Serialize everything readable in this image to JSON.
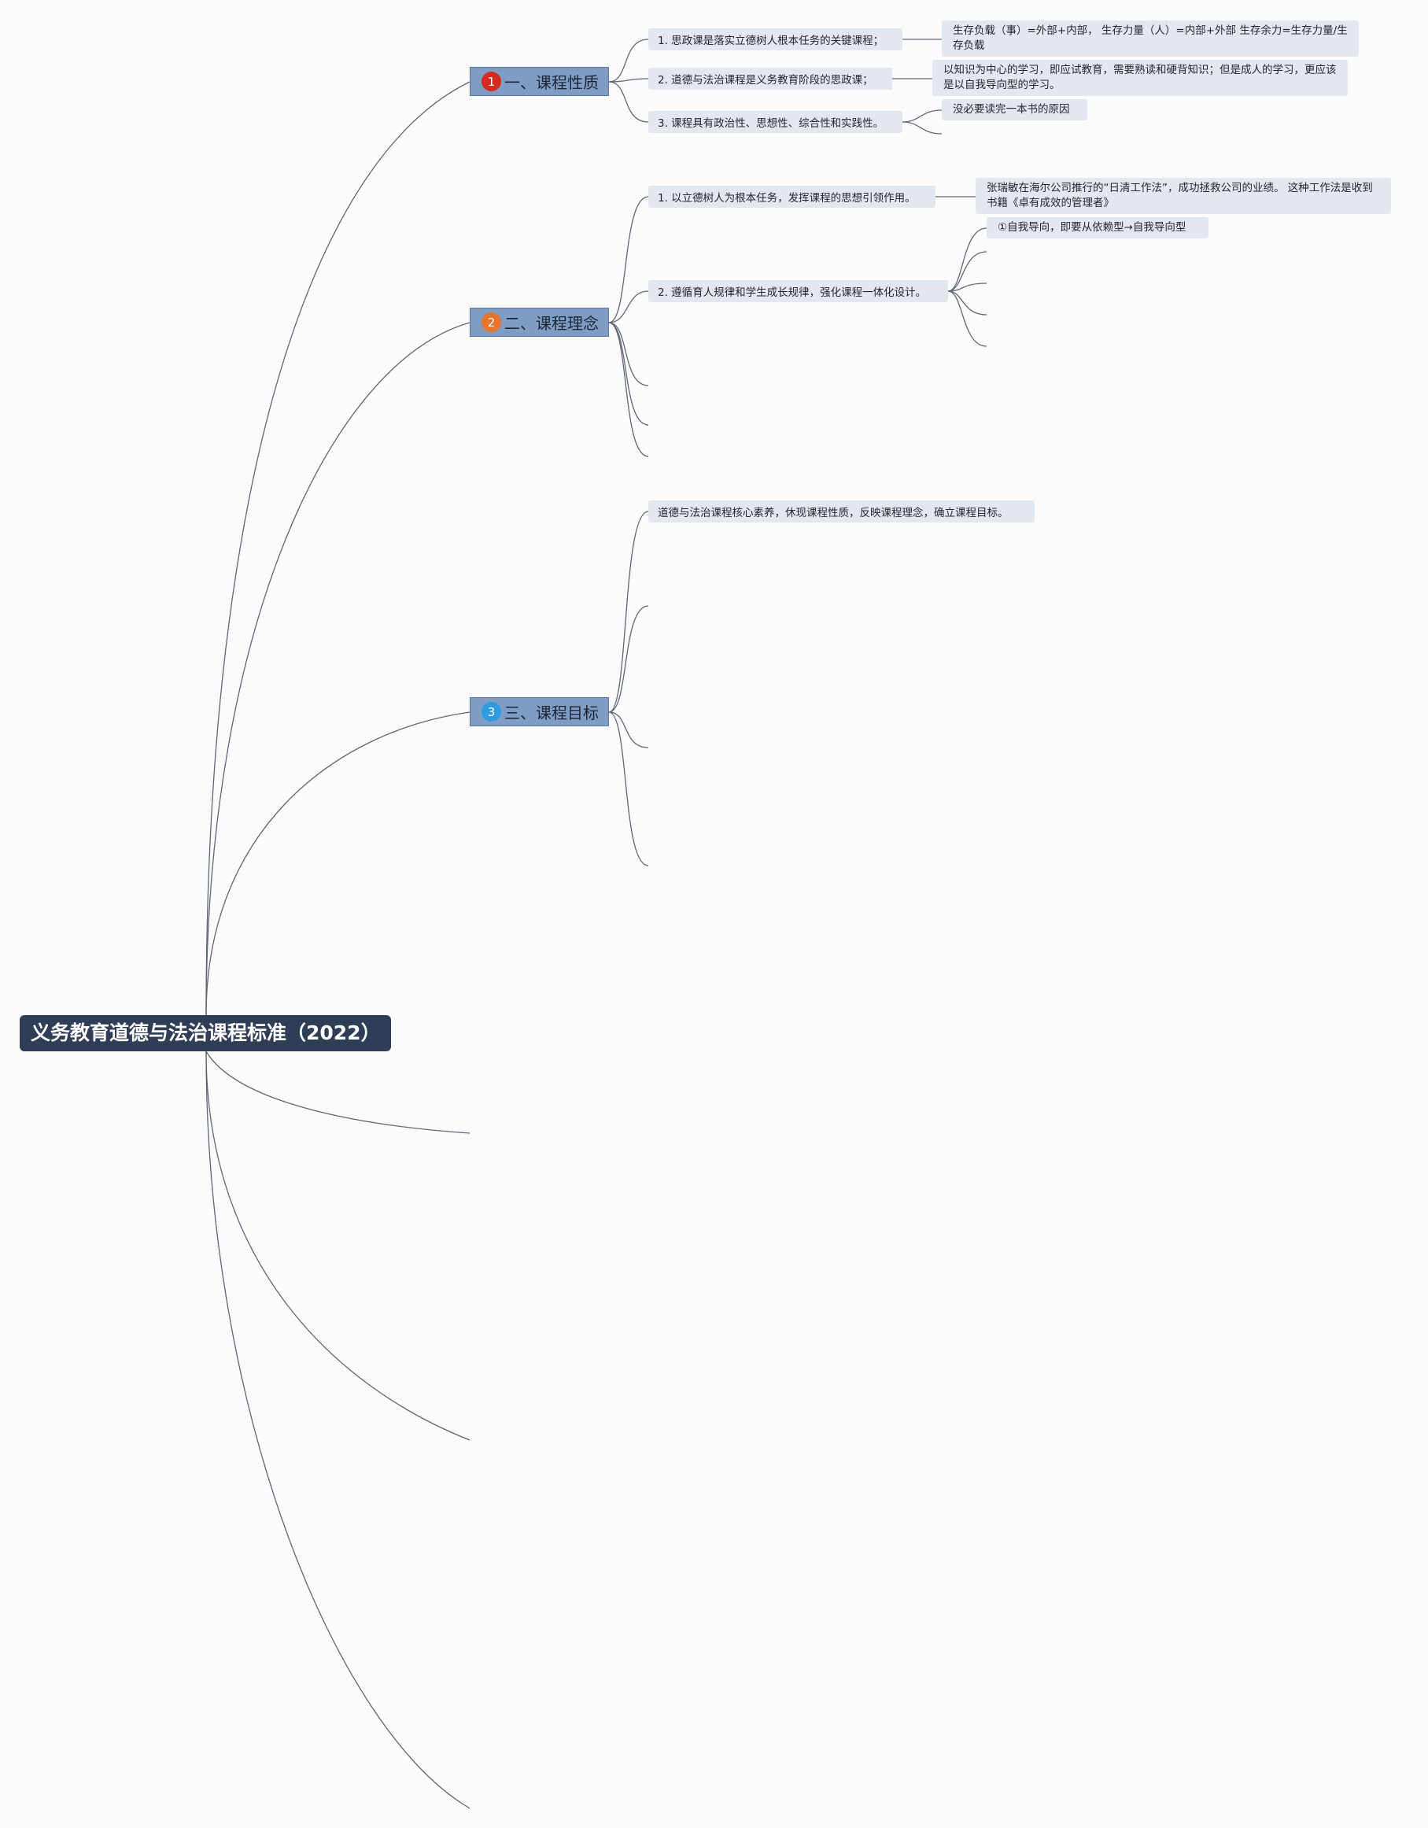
{
  "root": {
    "title": "义务教育道德与法治课程标准（2022）"
  },
  "colors": {
    "badge_1": "#d42a1f",
    "badge_2": "#e9742a",
    "badge_3": "#2e9ae0"
  },
  "branches": [
    {
      "badge": "1",
      "title": "一、课程性质",
      "items": [
        {
          "text": "1. 思政课是落实立德树人根本任务的关键课程；",
          "note": "生存负载（事）=外部+内部，  生存力量（人）=内部+外部 生存余力=生存力量/生存负载"
        },
        {
          "text": "2. 道德与法治课程是义务教育阶段的思政课；",
          "note": "以知识为中心的学习，即应试教育，需要熟读和硬背知识；但是成人的学习，更应该是以自我导向型的学习。"
        },
        {
          "text": "3. 课程具有政治性、思想性、综合性和实践性。",
          "note": "没必要读完一本书的原因"
        }
      ]
    },
    {
      "badge": "2",
      "title": "二、课程理念",
      "items": [
        {
          "text": "1. 以立德树人为根本任务，发挥课程的思想引领作用。",
          "note": "张瑞敏在海尔公司推行的“日清工作法”，成功拯救公司的业绩。 这种工作法是收到书籍《卓有成效的管理者》"
        },
        {
          "text": "2. 遵循育人规律和学生成长规律，强化课程一体化设计。",
          "note": "①自我导向，即要从依赖型→自我导向型"
        }
      ]
    },
    {
      "badge": "3",
      "title": "三、课程目标",
      "items": [
        {
          "text": "道德与法治课程核心素养，休现课程性质，反映课程理念，确立课程目标。"
        }
      ]
    }
  ]
}
